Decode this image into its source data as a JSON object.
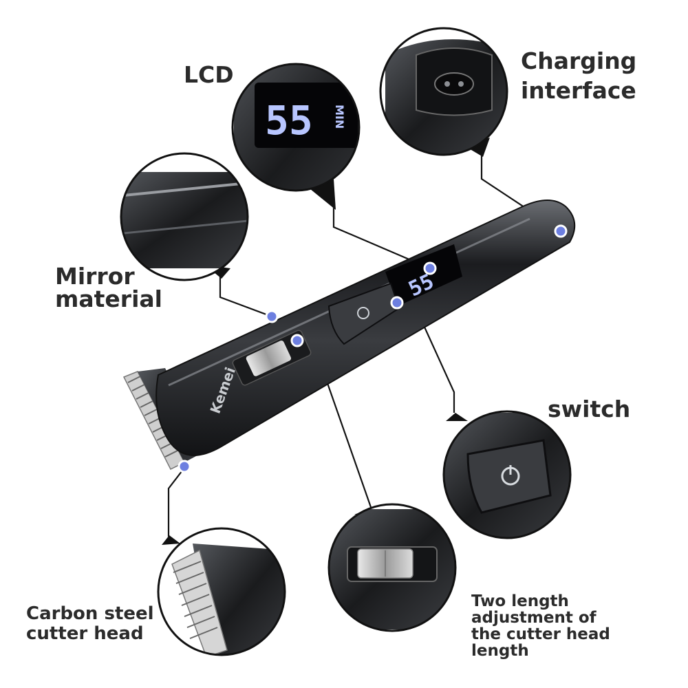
{
  "labels": {
    "lcd": "LCD",
    "charging": [
      "Charging",
      "interface"
    ],
    "mirror": [
      "Mirror",
      "material"
    ],
    "switch": "switch",
    "carbon": [
      "Carbon steel",
      "cutter head"
    ],
    "length": [
      "Two length",
      "adjustment of",
      "the cutter head",
      "length"
    ]
  },
  "device": {
    "brand": "Kemei",
    "lcd_readout": "55",
    "lcd_unit": "MIN"
  },
  "colors": {
    "marker": "#6d7fe0",
    "body": "#2e3034",
    "lcd_digits": "#b8c6ff"
  }
}
